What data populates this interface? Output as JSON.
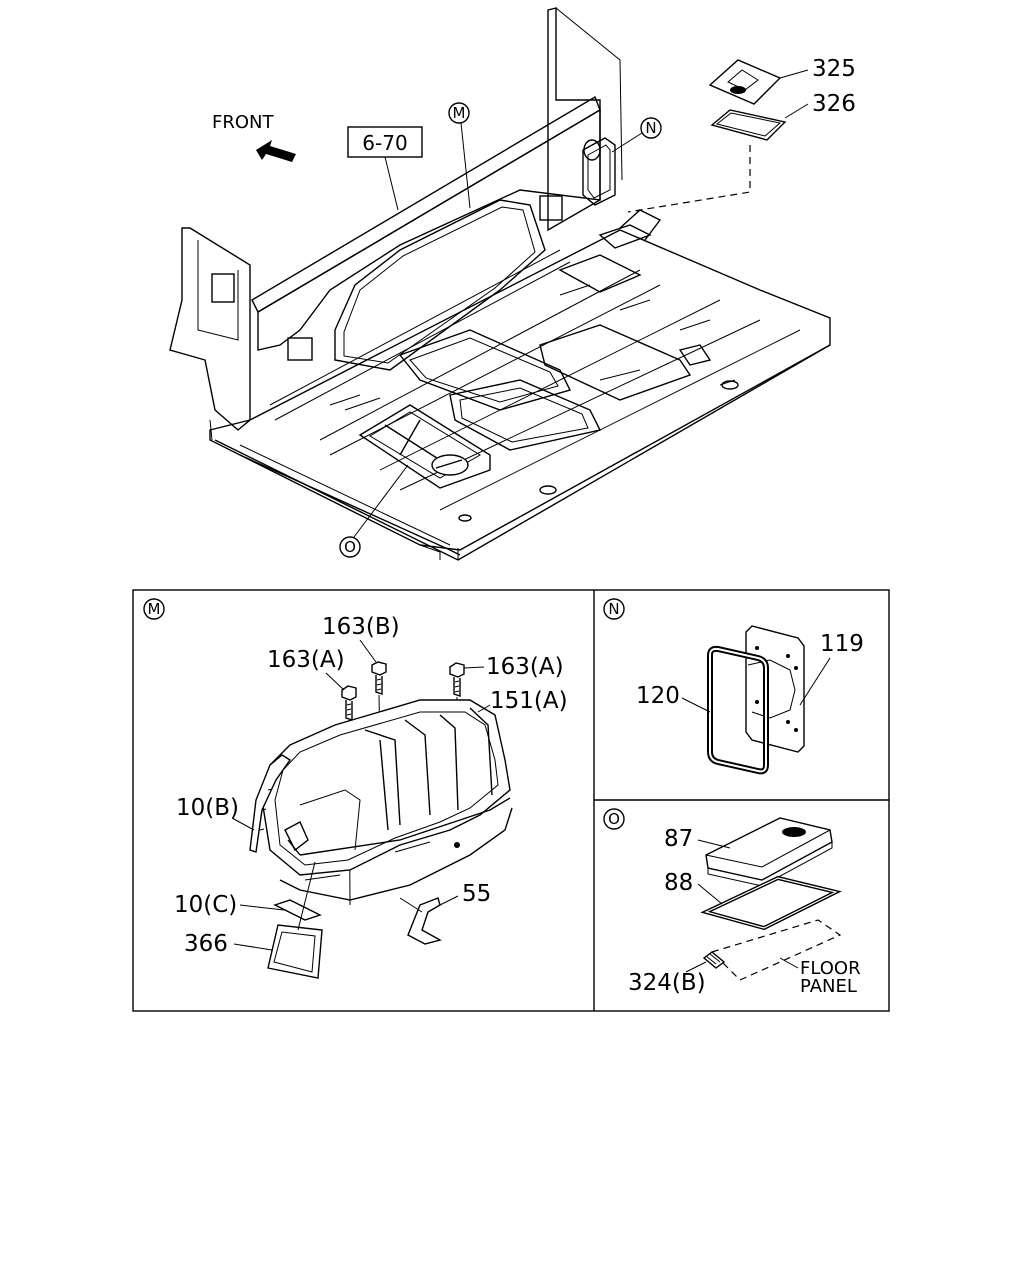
{
  "top": {
    "front_label": "FRONT",
    "ref_box": "6-70",
    "callouts": {
      "m": "M",
      "n": "N",
      "o": "O"
    },
    "parts": {
      "p325": "325",
      "p326": "326"
    }
  },
  "panel_m": {
    "tag": "M",
    "parts": {
      "bolt_b": "163(B)",
      "bolt_a_left": "163(A)",
      "bolt_a_right": "163(A)",
      "cover": "151(A)",
      "p10b": "10(B)",
      "p10c": "10(C)",
      "p366": "366",
      "p55": "55"
    }
  },
  "panel_n": {
    "tag": "N",
    "parts": {
      "p119": "119",
      "p120": "120"
    }
  },
  "panel_o": {
    "tag": "O",
    "parts": {
      "p87": "87",
      "p88": "88",
      "p324b": "324(B)"
    },
    "floor_line1": "FLOOR",
    "floor_line2": "PANEL"
  }
}
